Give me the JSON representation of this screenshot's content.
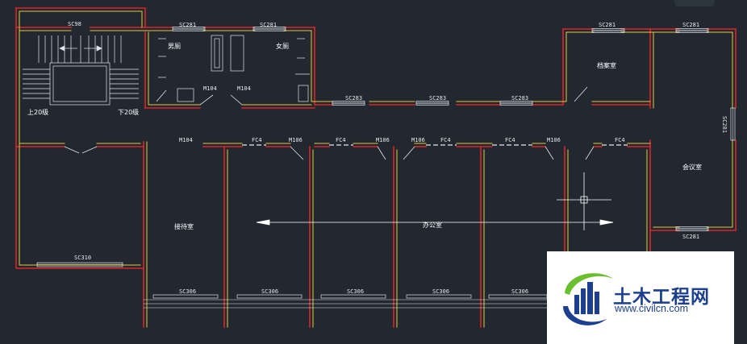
{
  "labels": {
    "sc98": "SC98",
    "sc281_a": "SC281",
    "sc281_b": "SC281",
    "sc281_c": "SC281",
    "sc281_d": "SC281",
    "sc281_right": "SC281",
    "sc281_bottom": "SC281",
    "sc283_a": "SC283",
    "sc283_b": "SC283",
    "sc283_c": "SC283",
    "sc310": "SC310",
    "sc306_a": "SC306",
    "sc306_b": "SC306",
    "sc306_c": "SC306",
    "sc306_d": "SC306",
    "sc306_e": "SC306",
    "m104_a": "M104",
    "m104_b": "M104",
    "m104_c": "M104",
    "m106_a": "M106",
    "m106_b": "M106",
    "m106_c": "M106",
    "m106_d": "M106",
    "fc4_a": "FC4",
    "fc4_b": "FC4",
    "fc4_c": "FC4",
    "fc4_d": "FC4",
    "fc4_e": "FC4"
  },
  "rooms": {
    "men_wc": "男厕",
    "women_wc": "女厕",
    "stair_up": "上20级",
    "stair_down": "下20级",
    "archive": "档案室",
    "reception": "接待室",
    "office": "办公室",
    "meeting": "会议室"
  },
  "watermark": {
    "name": "土木工程网",
    "url": "www.civilcn.com"
  },
  "colors": {
    "background": "#212830",
    "wall_red": "#d8262a",
    "wall_yellow": "#e8c93c",
    "window": "#dfe6ea",
    "annotation": "#e8e8e8",
    "brand_blue": "#1d3f8f",
    "brand_green": "#6bbf2f"
  }
}
